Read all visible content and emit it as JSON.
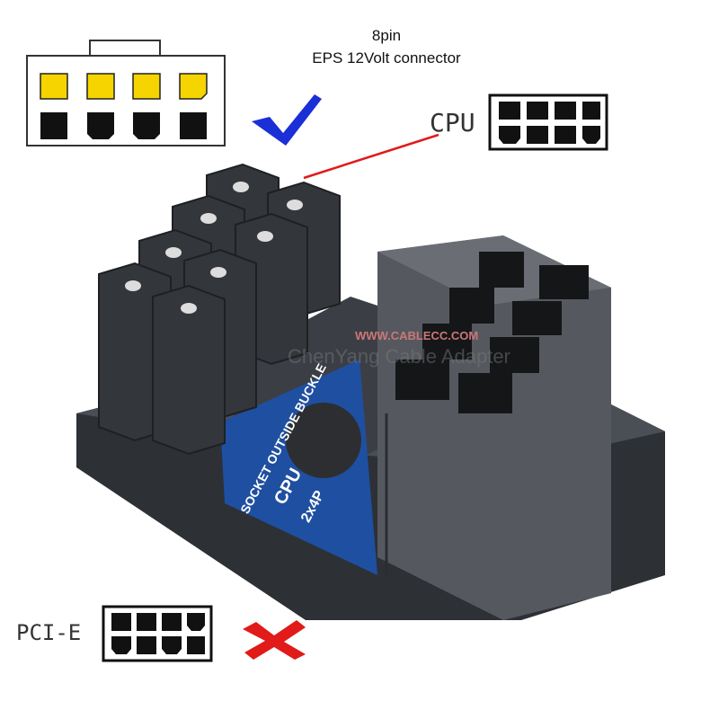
{
  "header": {
    "pin_count": "8pin",
    "connector_name": "EPS 12Volt connector"
  },
  "cpu_label": "CPU",
  "pcie_label": "PCI-E",
  "board": {
    "line1": "SOCKET OUTSIDE BUCKLE",
    "line2": "CPU",
    "line3": "2x4P"
  },
  "watermark": {
    "url": "WWW.CABLECC.COM",
    "brand": "ChenYang Cable Adapter"
  },
  "icons": {
    "correct": "checkmark-icon",
    "wrong": "cross-icon"
  },
  "colors": {
    "pin_yellow": "#f5d400",
    "check_blue": "#1a2fd6",
    "cross_red": "#e11a1a",
    "body": "#3a3d42",
    "board_blue": "#1f4fa0"
  }
}
